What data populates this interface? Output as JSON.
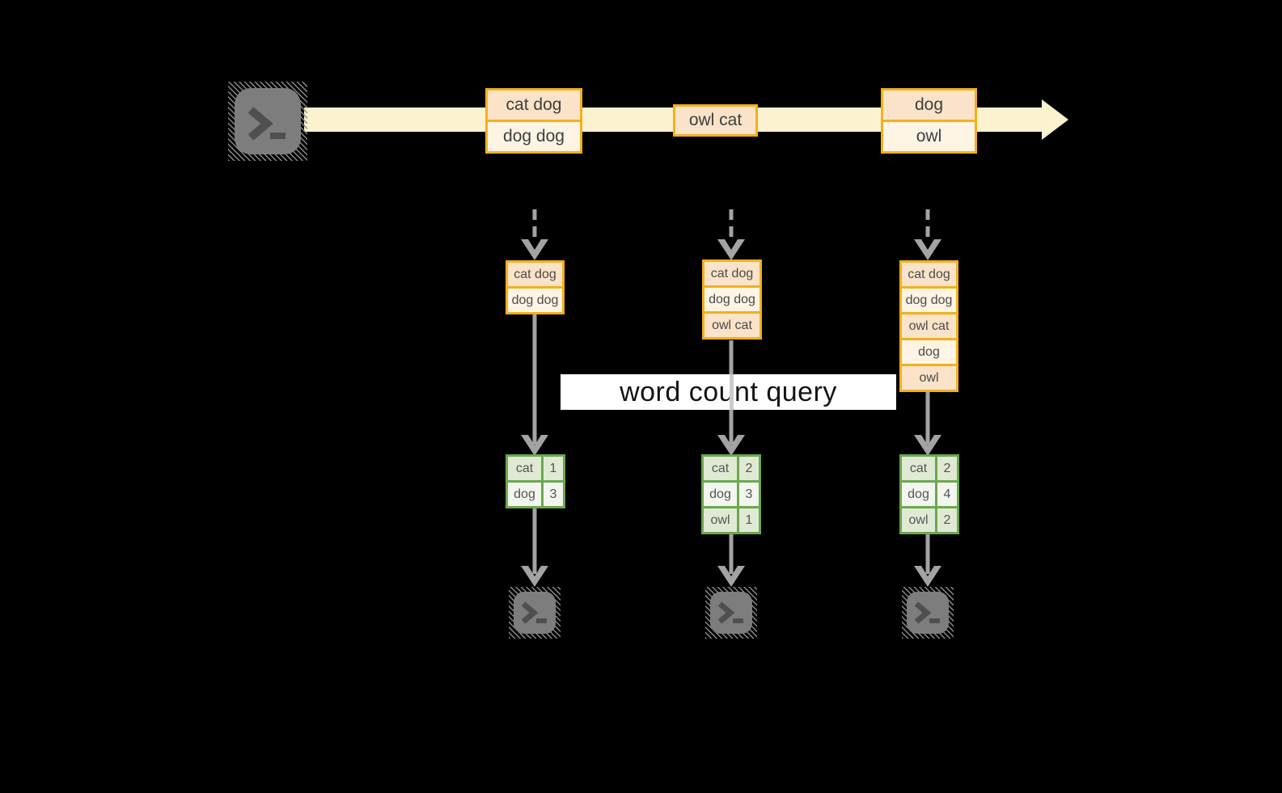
{
  "diagram": {
    "query_label": "word count query",
    "stream_batches": [
      {
        "cells": [
          "cat dog",
          "dog dog"
        ]
      },
      {
        "cells": [
          "owl cat"
        ]
      },
      {
        "cells": [
          "dog",
          "owl"
        ]
      }
    ],
    "input_tables": [
      {
        "cells": [
          "cat dog",
          "dog dog"
        ]
      },
      {
        "cells": [
          "cat dog",
          "dog dog",
          "owl cat"
        ]
      },
      {
        "cells": [
          "cat dog",
          "dog dog",
          "owl cat",
          "dog",
          "owl"
        ]
      }
    ],
    "result_tables": [
      {
        "rows": [
          {
            "word": "cat",
            "count": "1"
          },
          {
            "word": "dog",
            "count": "3"
          }
        ]
      },
      {
        "rows": [
          {
            "word": "cat",
            "count": "2"
          },
          {
            "word": "dog",
            "count": "3"
          },
          {
            "word": "owl",
            "count": "1"
          }
        ]
      },
      {
        "rows": [
          {
            "word": "cat",
            "count": "2"
          },
          {
            "word": "dog",
            "count": "4"
          },
          {
            "word": "owl",
            "count": "2"
          }
        ]
      }
    ],
    "icons": {
      "source": "terminal-icon",
      "outputs": [
        "terminal-icon",
        "terminal-icon",
        "terminal-icon"
      ]
    },
    "colors": {
      "amber_border": "#f2b01c",
      "peach_fill": "#fae3c8",
      "cream_fill": "#fdf4e4",
      "stream_band": "#fcf2cf",
      "green_border": "#6ba84e",
      "sage_fill": "#e0e9d4",
      "pale_green_fill": "#f3f6ee",
      "arrow_gray": "#a3a3a3",
      "terminal_gray": "#7d7d7d",
      "query_band_bg": "#ffffff"
    }
  }
}
